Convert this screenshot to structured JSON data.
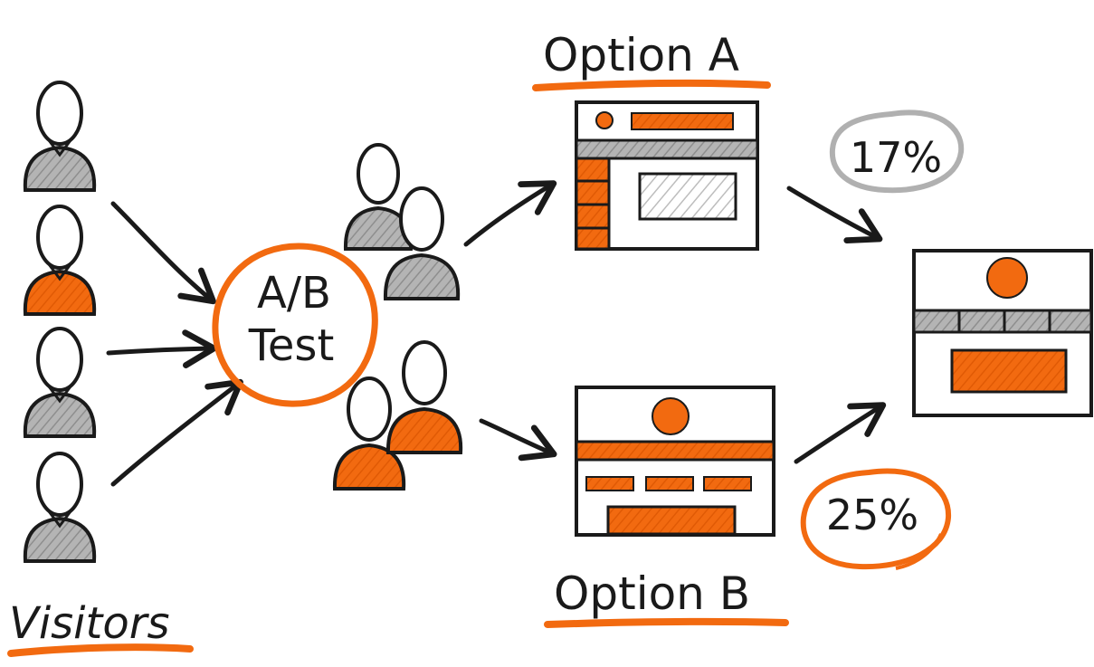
{
  "labels": {
    "visitors": "Visitors",
    "ab_test_line1": "A/B",
    "ab_test_line2": "Test",
    "option_a": "Option A",
    "option_b": "Option B",
    "rate_a": "17%",
    "rate_b": "25%"
  },
  "colors": {
    "accent": "#f26a10",
    "neutral": "#a8a8a8",
    "ink": "#1a1a1a"
  },
  "visitors": [
    {
      "shirt": "neutral"
    },
    {
      "shirt": "accent"
    },
    {
      "shirt": "neutral"
    },
    {
      "shirt": "neutral"
    }
  ]
}
